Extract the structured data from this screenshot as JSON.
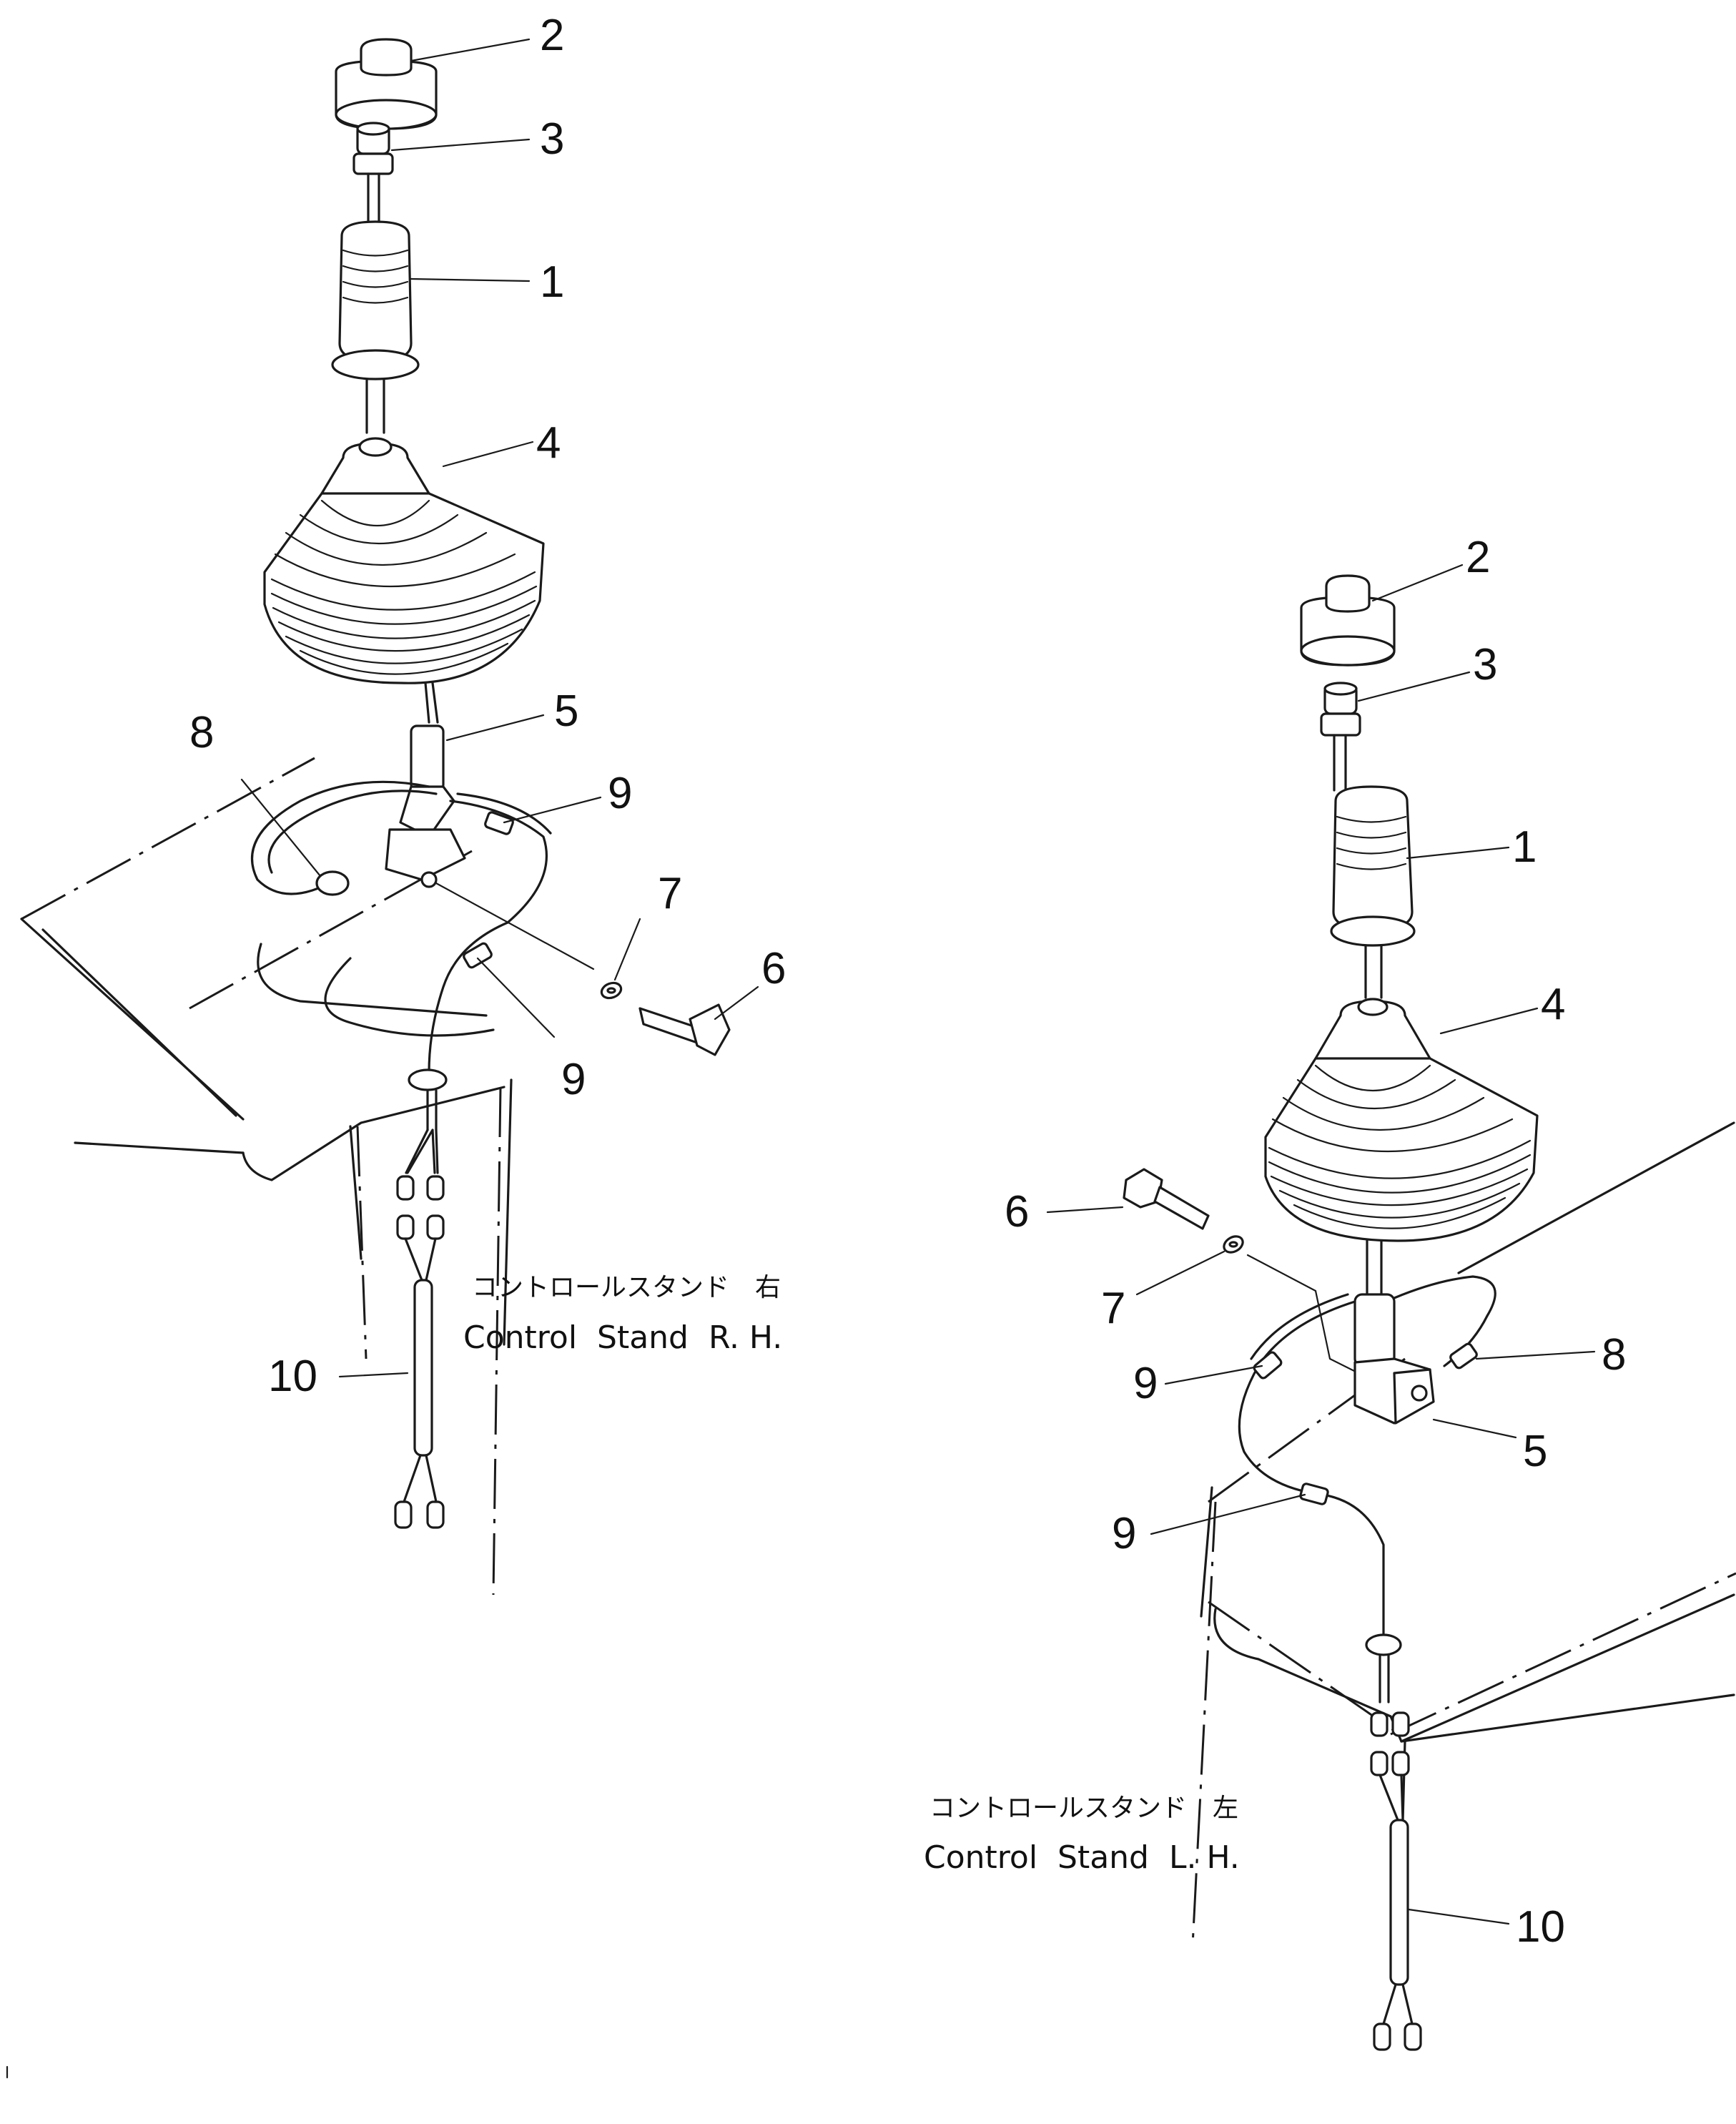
{
  "right_assembly": {
    "caption_jp": "コントロールスタンド　右",
    "caption_en": "Control  Stand  R. H.",
    "callouts": [
      "2",
      "3",
      "1",
      "4",
      "5",
      "9",
      "8",
      "7",
      "6",
      "9",
      "10"
    ]
  },
  "left_assembly": {
    "caption_jp": "コントロールスタンド　左",
    "caption_en": "Control  Stand  L. H.",
    "callouts": [
      "2",
      "3",
      "1",
      "4",
      "6",
      "7",
      "8",
      "9",
      "5",
      "9",
      "10"
    ]
  }
}
